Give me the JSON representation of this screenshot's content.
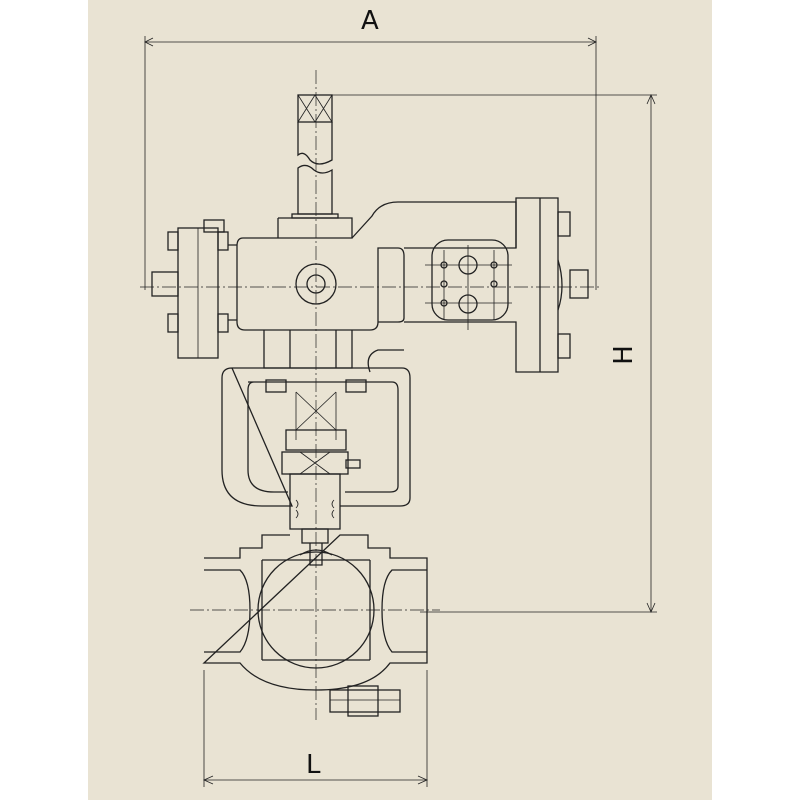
{
  "dimensions": {
    "width_label": "A",
    "height_label": "H",
    "length_label": "L"
  },
  "colors": {
    "background": "#e9e3d3",
    "line": "#222222"
  }
}
